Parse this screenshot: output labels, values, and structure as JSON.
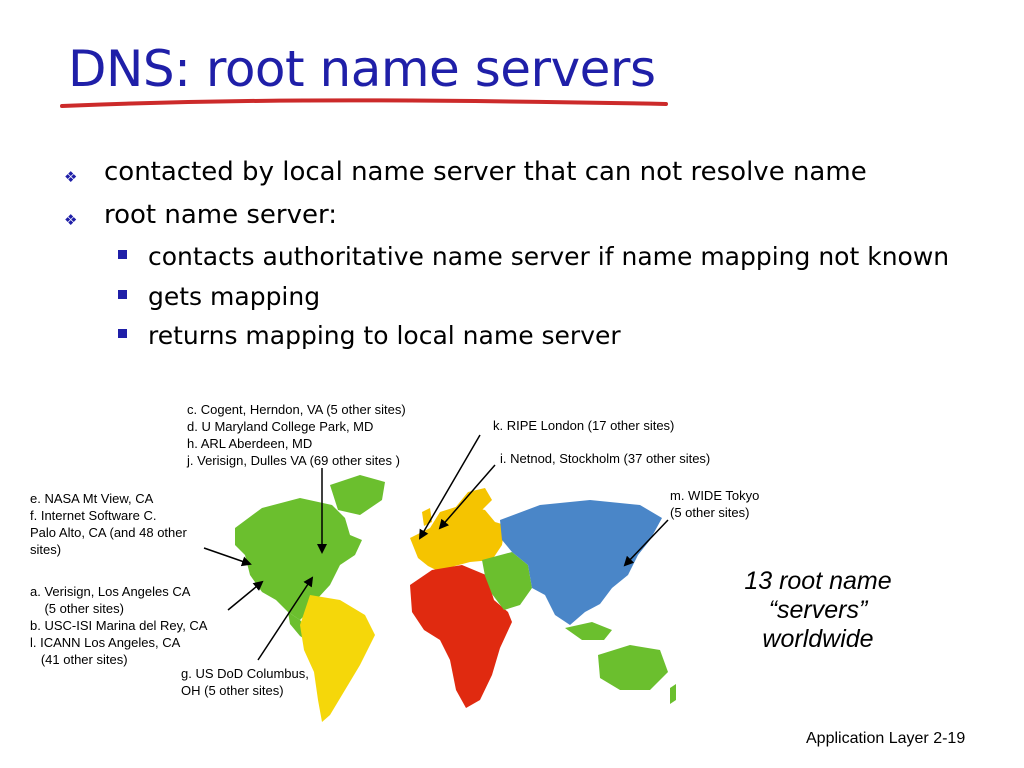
{
  "slide": {
    "title": "DNS: root name servers",
    "bullets": [
      {
        "level": 1,
        "text": "contacted by local name server that can not resolve name"
      },
      {
        "level": 1,
        "text": "root name server:"
      },
      {
        "level": 2,
        "text": "contacts authoritative name server if name mapping not known"
      },
      {
        "level": 2,
        "text": "gets mapping"
      },
      {
        "level": 2,
        "text": "returns mapping to local name server"
      }
    ],
    "labels": {
      "group_cdhj": "c. Cogent, Herndon, VA (5 other sites)\nd. U Maryland College Park, MD\nh. ARL Aberdeen, MD\nj. Verisign, Dulles VA (69 other sites )",
      "k": "k. RIPE London (17 other sites)",
      "i": "i. Netnod, Stockholm (37 other sites)",
      "m": "m. WIDE Tokyo\n(5 other sites)",
      "ef": "e. NASA Mt View, CA\nf. Internet Software C.\nPalo Alto, CA (and 48 other\nsites)",
      "abl": "a. Verisign, Los Angeles CA\n    (5 other sites)\nb. USC-ISI Marina del Rey, CA\nl. ICANN Los Angeles, CA\n   (41 other sites)",
      "g": "g. US DoD Columbus,\nOH (5 other sites)"
    },
    "note": "13 root name\n“servers”\nworldwide",
    "footer": {
      "label": "Application Layer",
      "page": "2-19"
    }
  },
  "colors": {
    "title": "#1f1fa8",
    "underline": "#cc2a2a",
    "americas": "#6bbf2e",
    "europe": "#f5c400",
    "africa": "#e02a10",
    "asia": "#4a86c8",
    "south_america": "#f5d70a",
    "middle_east": "#6bbf2e",
    "australia": "#6bbf2e"
  },
  "icons": {
    "level1": "diamond-cluster-bullet-icon",
    "level2": "square-bullet-icon"
  }
}
